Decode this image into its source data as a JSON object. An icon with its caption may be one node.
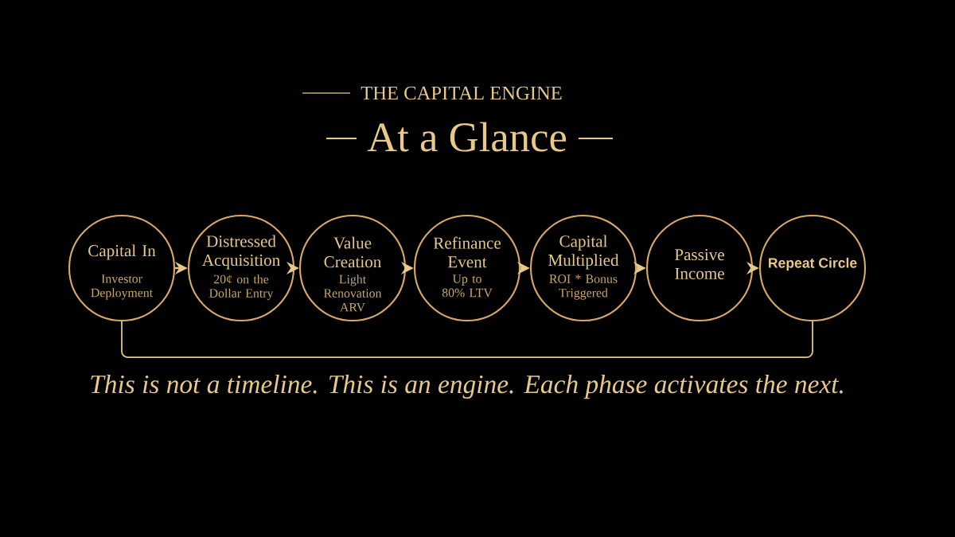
{
  "diagram": {
    "title": "THE CAPITAL ENGINE",
    "caption": "This is not a timeline. This is an engine. Each phase activates the next.",
    "labels": [
      "At a Glance"
    ],
    "nodes": [
      {
        "text": [
          "Capital In",
          "Investor Deployment"
        ]
      },
      {
        "text": [
          "Distressed Acquisition",
          "20¢ on the Dollar Entry"
        ]
      },
      {
        "text": [
          "Value Creation",
          "Light Renovation ARV"
        ]
      },
      {
        "text": [
          "Refinance Event",
          "Up to 80% LTV"
        ]
      },
      {
        "text": [
          "Capital Multiplied",
          "ROI * Bonus Triggered"
        ]
      },
      {
        "text": [
          "Passive Income"
        ]
      },
      {
        "text": [
          "Repeat Circle"
        ]
      }
    ],
    "edges": [
      {
        "from": 0,
        "to": 1,
        "arrow": "to"
      },
      {
        "from": 1,
        "to": 2,
        "arrow": "to"
      },
      {
        "from": 2,
        "to": 3,
        "arrow": "to"
      },
      {
        "from": 3,
        "to": 4,
        "arrow": "to"
      },
      {
        "from": 4,
        "to": 5,
        "arrow": "to"
      },
      {
        "from": 5,
        "to": 6,
        "arrow": "to"
      },
      {
        "from": 6,
        "to": 0,
        "arrow": "none"
      }
    ]
  }
}
